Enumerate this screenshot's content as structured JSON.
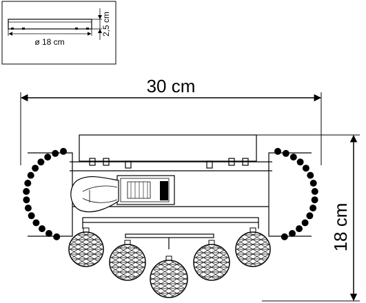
{
  "inset": {
    "diameter_label": "ø 18 cm",
    "height_label": "2,5 cm"
  },
  "main": {
    "width_label": "30 cm",
    "height_label": "18 cm"
  },
  "colors": {
    "line": "#000000",
    "background": "#ffffff",
    "lamp_fill": "#ffffff"
  }
}
